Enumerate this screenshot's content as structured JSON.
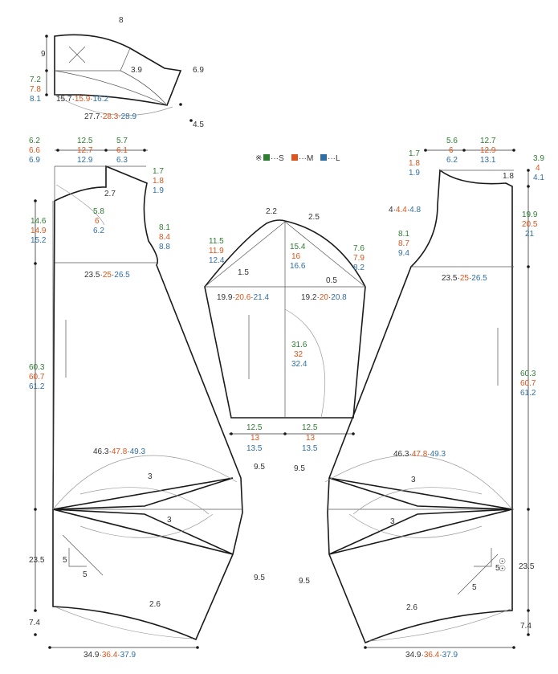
{
  "legend": {
    "prefix": "※",
    "items": [
      {
        "key": "S",
        "label": "···S",
        "color": "#2e7d32"
      },
      {
        "key": "M",
        "label": "···M",
        "color": "#e0541b"
      },
      {
        "key": "L",
        "label": "···L",
        "color": "#2f6fa8"
      }
    ]
  },
  "collar": {
    "h": "9",
    "left": [
      "7.2",
      "7.8",
      "8.1"
    ],
    "top": "8",
    "mid": "3.9",
    "right": "6.9",
    "inner": [
      "15.7",
      "15.9",
      "16.2"
    ],
    "outer": [
      "27.7",
      "28.3",
      "28.9"
    ],
    "tip": "4.5"
  },
  "back": {
    "neck_depth": [
      "6.2",
      "6.6",
      "6.9"
    ],
    "neck_w": [
      "12.5",
      "12.7",
      "12.9"
    ],
    "shoulder_w": [
      "5.7",
      "6.1",
      "6.3"
    ],
    "shoulder_drop": [
      "1.7",
      "1.8",
      "1.9"
    ],
    "neck_curve": "2.7",
    "armhole_a": [
      "5.8",
      "6",
      "6.2"
    ],
    "armhole_b": [
      "8.1",
      "8.4",
      "8.8"
    ],
    "armhole_depth": [
      "14.6",
      "14.9",
      "15.2"
    ],
    "bust": [
      "23.5",
      "25",
      "26.5"
    ],
    "length": [
      "60.3",
      "60.7",
      "61.2"
    ],
    "side_arc": [
      "46.3",
      "47.8",
      "49.3"
    ],
    "dart_top": "3",
    "dart_bot": "3",
    "dart_w1": "9.5",
    "dart_w2": "9.5",
    "lower": "23.5",
    "hem": "2.6",
    "hem_depth": "7.4",
    "width": [
      "34.9",
      "36.4",
      "37.9"
    ],
    "tri": "5",
    "tri2": "5"
  },
  "sleeve": {
    "cap_top": "2.2",
    "cap_r": "2.5",
    "left_curve": [
      "11.5",
      "11.9",
      "12.4"
    ],
    "left_off": "1.5",
    "cap_h": [
      "15.4",
      "16",
      "16.6"
    ],
    "right_curve": [
      "7.6",
      "7.9",
      "8.2"
    ],
    "right_off": "0.5",
    "left_w": [
      "19.9",
      "20.6",
      "21.4"
    ],
    "right_w": [
      "19.2",
      "20",
      "20.8"
    ],
    "length": [
      "31.6",
      "32",
      "32.4"
    ],
    "cuff_l": [
      "12.5",
      "13",
      "13.5"
    ],
    "cuff_r": [
      "12.5",
      "13",
      "13.5"
    ]
  },
  "front": {
    "shoulder_drop": [
      "1.7",
      "1.8",
      "1.9"
    ],
    "shoulder_w": [
      "5.6",
      "6",
      "6.2"
    ],
    "neck_w": [
      "12.7",
      "12.9",
      "13.1"
    ],
    "neck_depth": [
      "3.9",
      "4",
      "4.1"
    ],
    "neck_off": "1.8",
    "armhole_a": [
      "4",
      "4.4",
      "4.8"
    ],
    "armhole_b": [
      "8.1",
      "8.7",
      "9.4"
    ],
    "armhole_depth": [
      "19.9",
      "20.5",
      "21"
    ],
    "bust": [
      "23.5",
      "25",
      "26.5"
    ],
    "length": [
      "60.3",
      "60.7",
      "61.2"
    ],
    "side_arc": [
      "46.3",
      "47.8",
      "49.3"
    ],
    "dart_top": "3",
    "dart_bot": "3",
    "dart_w1": "9.5",
    "dart_w2": "9.5",
    "lower": "23.5",
    "hem": "2.6",
    "hem_depth": "7.4",
    "width": [
      "34.9",
      "36.4",
      "37.9"
    ],
    "tri": "5",
    "tri2": "5",
    "mark": "☉☉"
  }
}
